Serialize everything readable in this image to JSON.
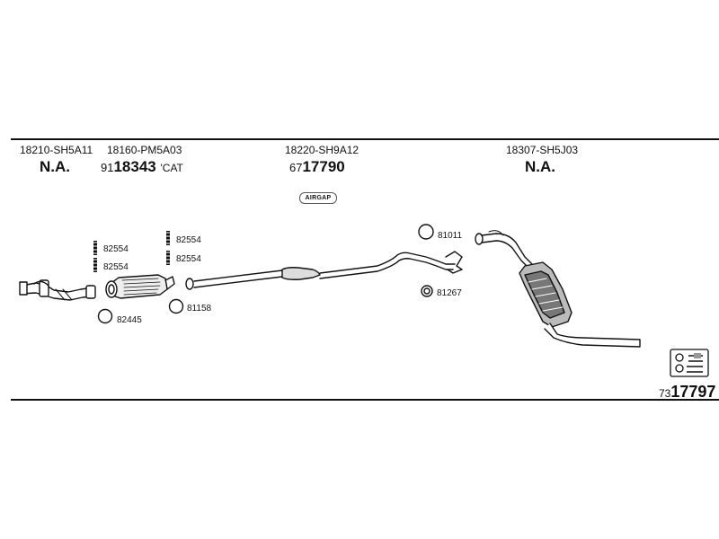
{
  "header": {
    "cols": [
      {
        "part_no": "18210-SH5A11",
        "status": "N.A."
      },
      {
        "part_no": "18160-PM5A03",
        "prefix": "91",
        "number": "18343",
        "suffix": "'CAT"
      },
      {
        "part_no": "18220-SH9A12",
        "prefix": "67",
        "number": "17790"
      },
      {
        "part_no": "18307-SH5J03",
        "status": "N.A."
      }
    ]
  },
  "badge": {
    "text": "AIRGAP"
  },
  "labels": {
    "bolt_a1": "82554",
    "bolt_a2": "82554",
    "bolt_b1": "82554",
    "bolt_b2": "82554",
    "gasket_a": "82445",
    "gasket_b": "81158",
    "ring_top": "81011",
    "ring_mid": "81267"
  },
  "footer": {
    "prefix": "73",
    "number": "17797"
  },
  "colors": {
    "line": "#111111",
    "fill_light": "#dddddd",
    "fill_mid": "#999999"
  },
  "icons": [
    "exhaust-manifold-icon",
    "catalytic-converter-icon",
    "mounting-kit-icon"
  ]
}
